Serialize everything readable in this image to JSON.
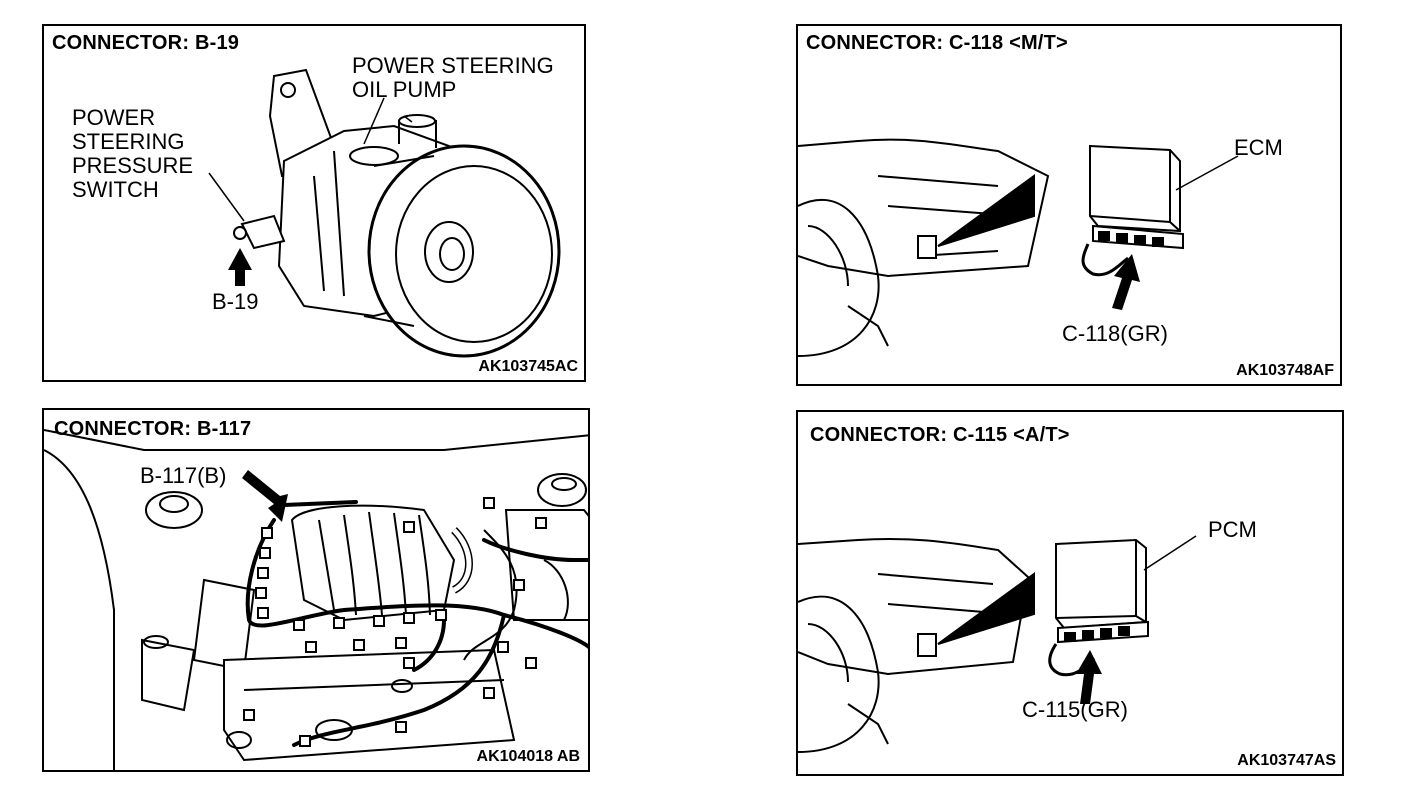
{
  "panels": {
    "b19": {
      "title": "CONNECTOR: B-19",
      "code": "AK103745AC",
      "labels": {
        "pump_line1": "POWER STEERING",
        "pump_line2": "OIL PUMP",
        "switch_line1": "POWER",
        "switch_line2": "STEERING",
        "switch_line3": "PRESSURE",
        "switch_line4": "SWITCH",
        "connector": "B-19"
      }
    },
    "c118": {
      "title": "CONNECTOR: C-118 <M/T>",
      "code": "AK103748AF",
      "labels": {
        "unit": "ECM",
        "connector": "C-118(GR)"
      }
    },
    "b117": {
      "title": "CONNECTOR: B-117",
      "code": "AK104018 AB",
      "labels": {
        "connector": "B-117(B)"
      }
    },
    "c115": {
      "title": "CONNECTOR: C-115 <A/T>",
      "code": "AK103747AS",
      "labels": {
        "unit": "PCM",
        "connector": "C-115(GR)"
      }
    }
  }
}
